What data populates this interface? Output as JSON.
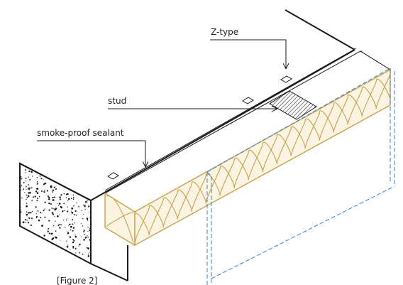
{
  "labels": {
    "z_type": "Z-type",
    "stud": "stud",
    "sealant": "smoke-proof sealant"
  },
  "caption": "[Figure 2]",
  "colors": {
    "line": "#1a1a1a",
    "insulation_fill": "#fbf4e2",
    "insulation_stroke": "#c8a24a",
    "panel_dash": "#3a7fd0",
    "concrete_fill": "#ffffff",
    "stud_hatch": "#444444"
  },
  "icons": {
    "clip": "z-clip-icon",
    "arrow": "arrow-down-icon"
  }
}
